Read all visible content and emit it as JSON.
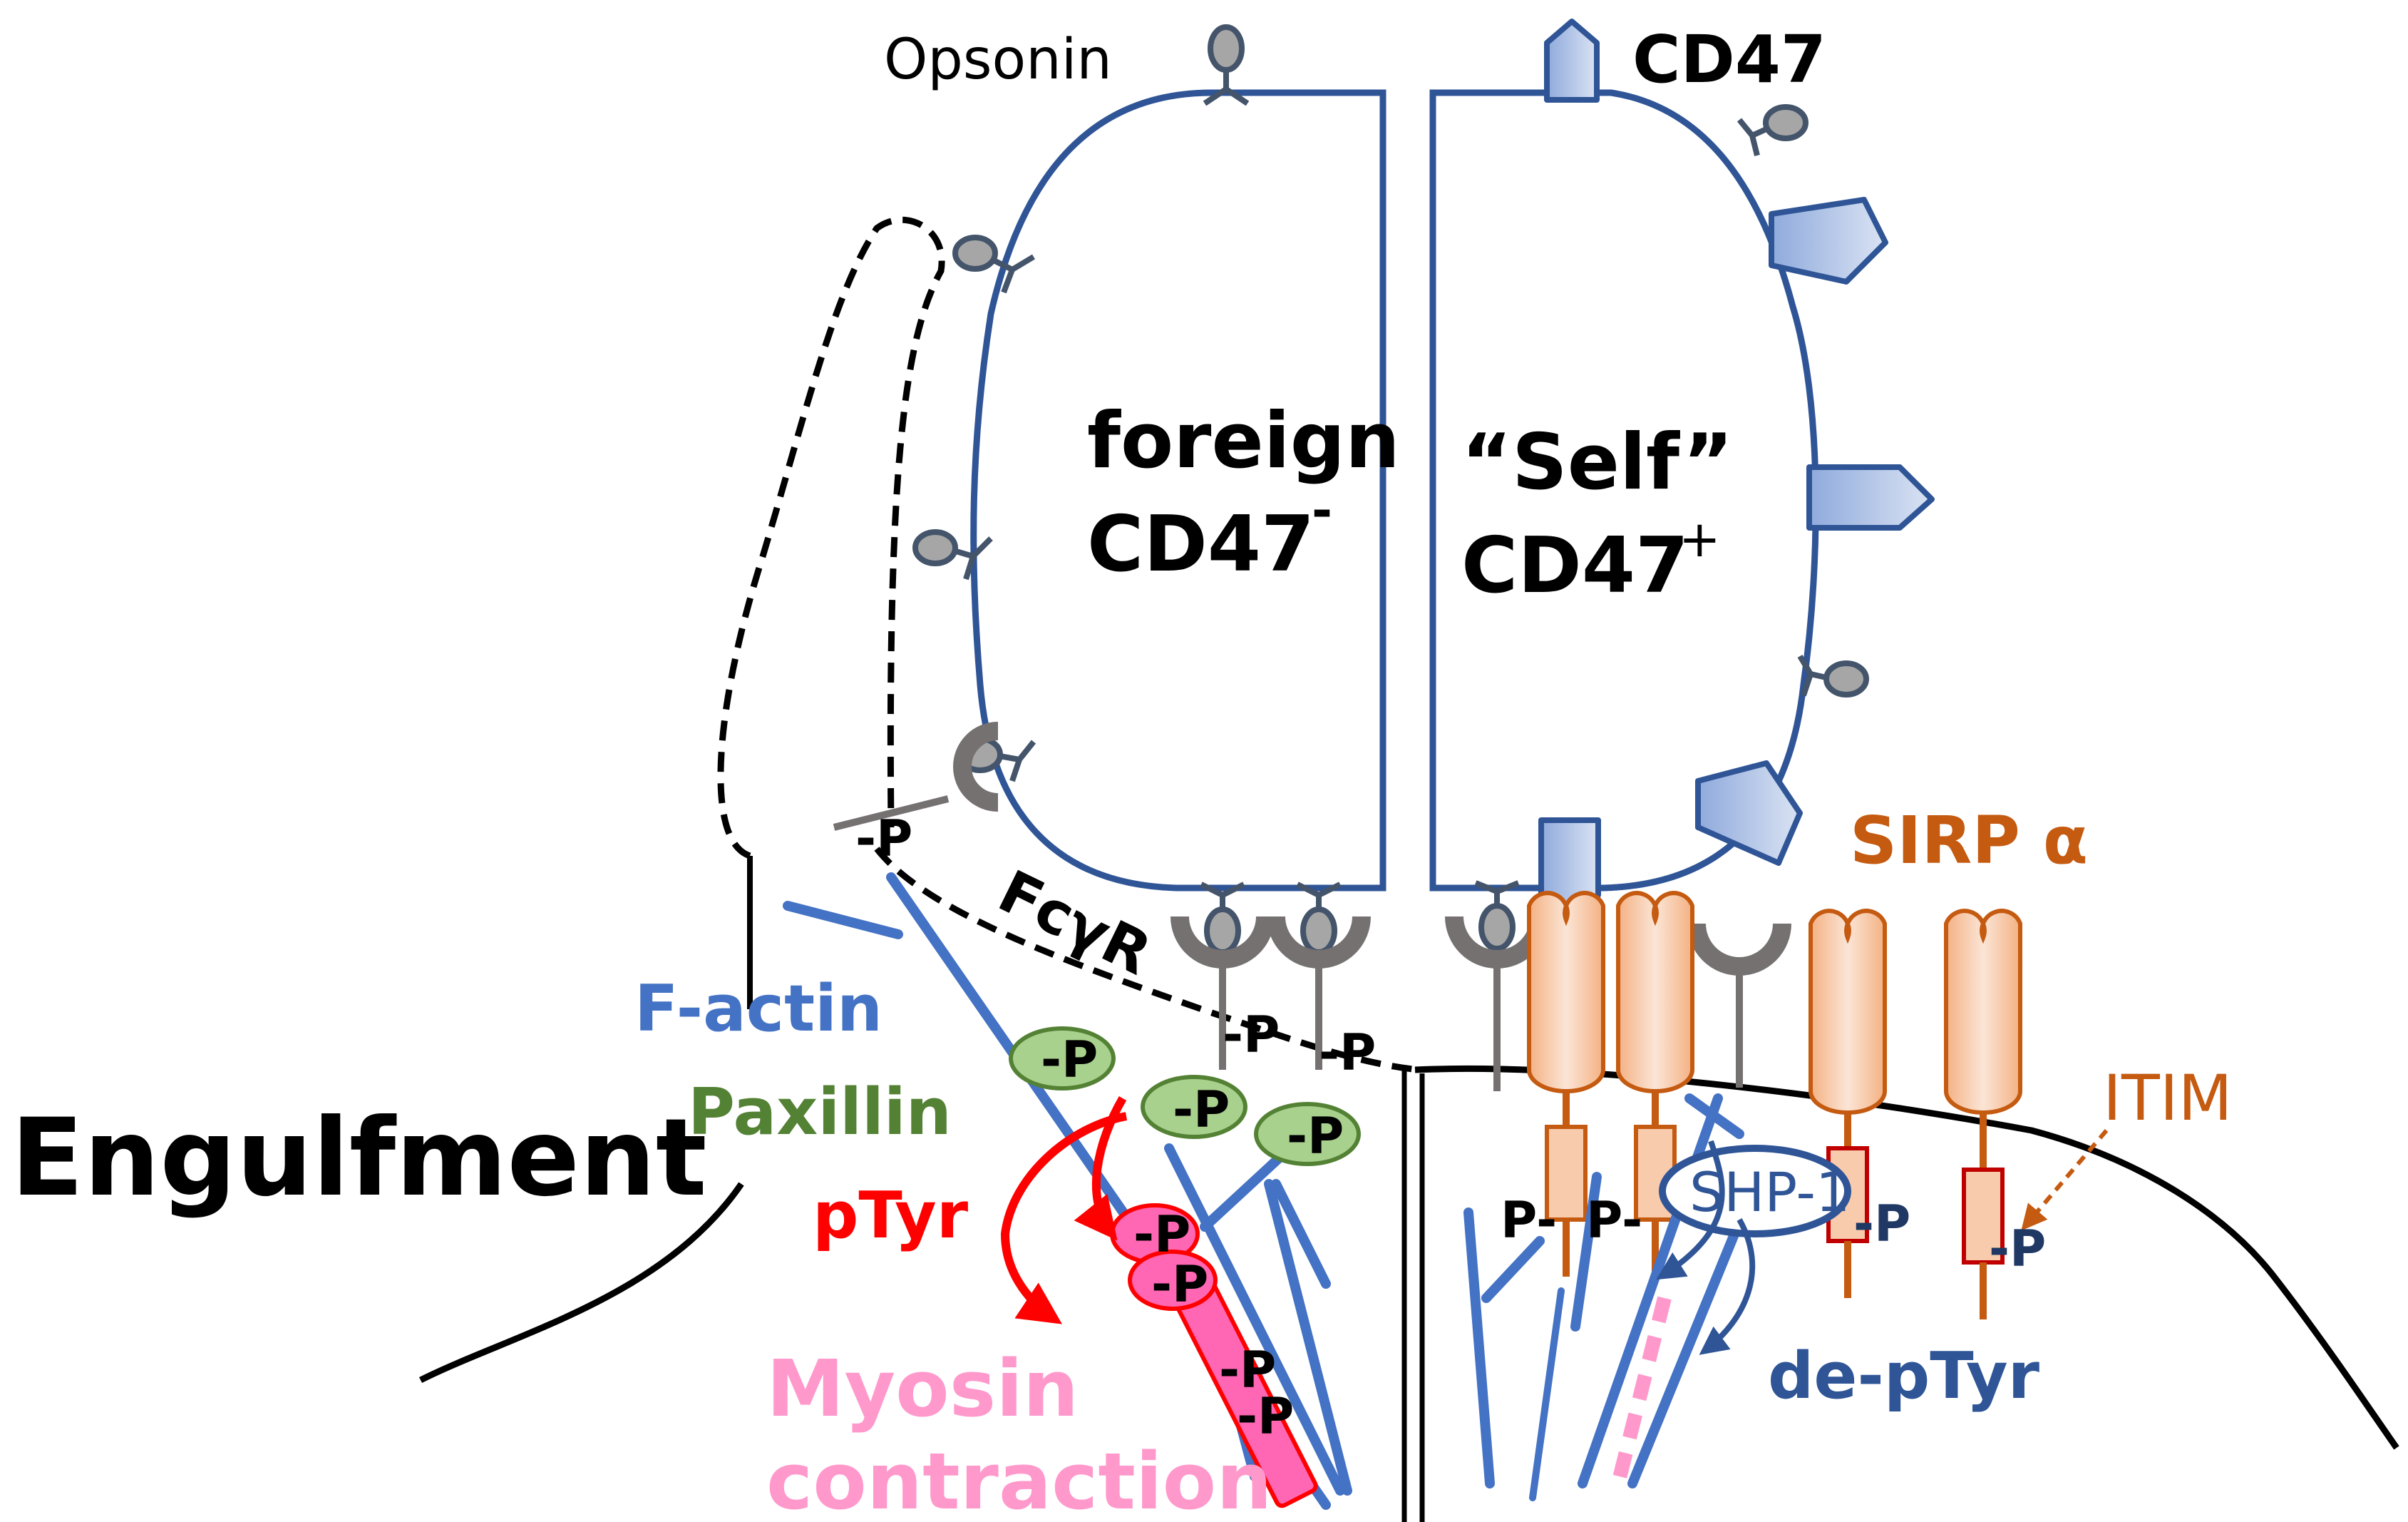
{
  "labels": {
    "opsonin": "Opsonin",
    "cd47": "CD47",
    "foreign_line1": "foreign",
    "foreign_line2": "CD47",
    "foreign_sup": "-",
    "self_line1": "“Self”",
    "self_line2": "CD47",
    "self_sup": "+",
    "sirpa": "SIRP α",
    "fcyr": "FcγR",
    "f_actin": "F-actin",
    "paxillin": "Paxillin",
    "engulfment": "Engulfment",
    "ptyr": "pTyr",
    "myosin_line1": "Myosin",
    "myosin_line2": "contraction",
    "itim": "ITIM",
    "shp1": "SHP-1",
    "de_ptyr": "de-pTyr",
    "phospho": "-P",
    "phospho_left": "P-"
  },
  "colors": {
    "cell_outline": "#2f5597",
    "actin": "#4472c4",
    "sirpa": "#c55a11",
    "sirpa_fill": "#f8cbad",
    "paxillin": "#548235",
    "paxillin_fill": "#a9d18e",
    "ptyr": "#ff0000",
    "myosin": "#ff99cc",
    "myosin_fill": "#ff66b3",
    "dark_navy": "#203864",
    "receptor_gray": "#767171",
    "cd47_fill": "#b4c7e7"
  }
}
